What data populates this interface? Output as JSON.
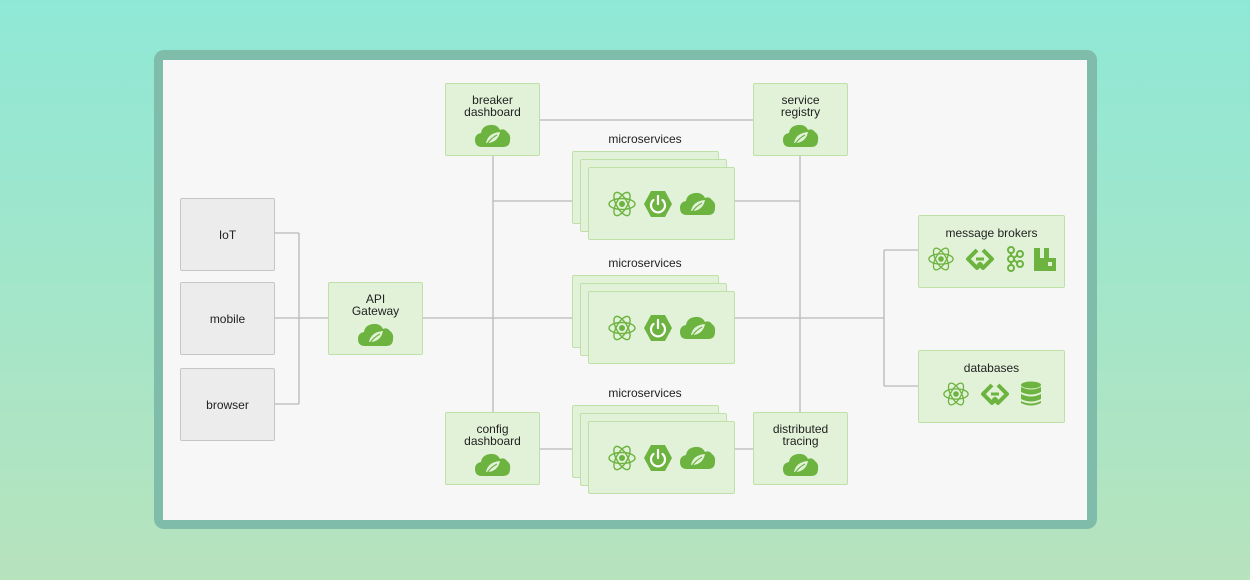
{
  "clients": [
    {
      "label": "IoT"
    },
    {
      "label": "mobile"
    },
    {
      "label": "browser"
    }
  ],
  "gateway": {
    "label": "API\nGateway"
  },
  "breaker": {
    "label": "breaker\ndashboard"
  },
  "registry": {
    "label": "service\nregistry"
  },
  "config": {
    "label": "config\ndashboard"
  },
  "tracing": {
    "label": "distributed\ntracing"
  },
  "microservices": [
    {
      "label": "microservices"
    },
    {
      "label": "microservices"
    },
    {
      "label": "microservices"
    }
  ],
  "brokers": {
    "label": "message brokers"
  },
  "databases": {
    "label": "databases"
  },
  "colors": {
    "accent": "#6cb33f",
    "box_fill": "#e2f2d8",
    "box_border": "#bfe0a6",
    "client_fill": "#ececec",
    "wire": "#b9b9b9"
  },
  "icons": {
    "microservice_row": [
      "atom-icon",
      "power-hexagon-icon",
      "spring-cloud-leaf-icon"
    ],
    "brokers_row": [
      "atom-icon",
      "chain-link-icon",
      "kafka-icon",
      "rabbitmq-icon"
    ],
    "databases_row": [
      "atom-icon",
      "chain-link-icon",
      "database-icon"
    ]
  }
}
